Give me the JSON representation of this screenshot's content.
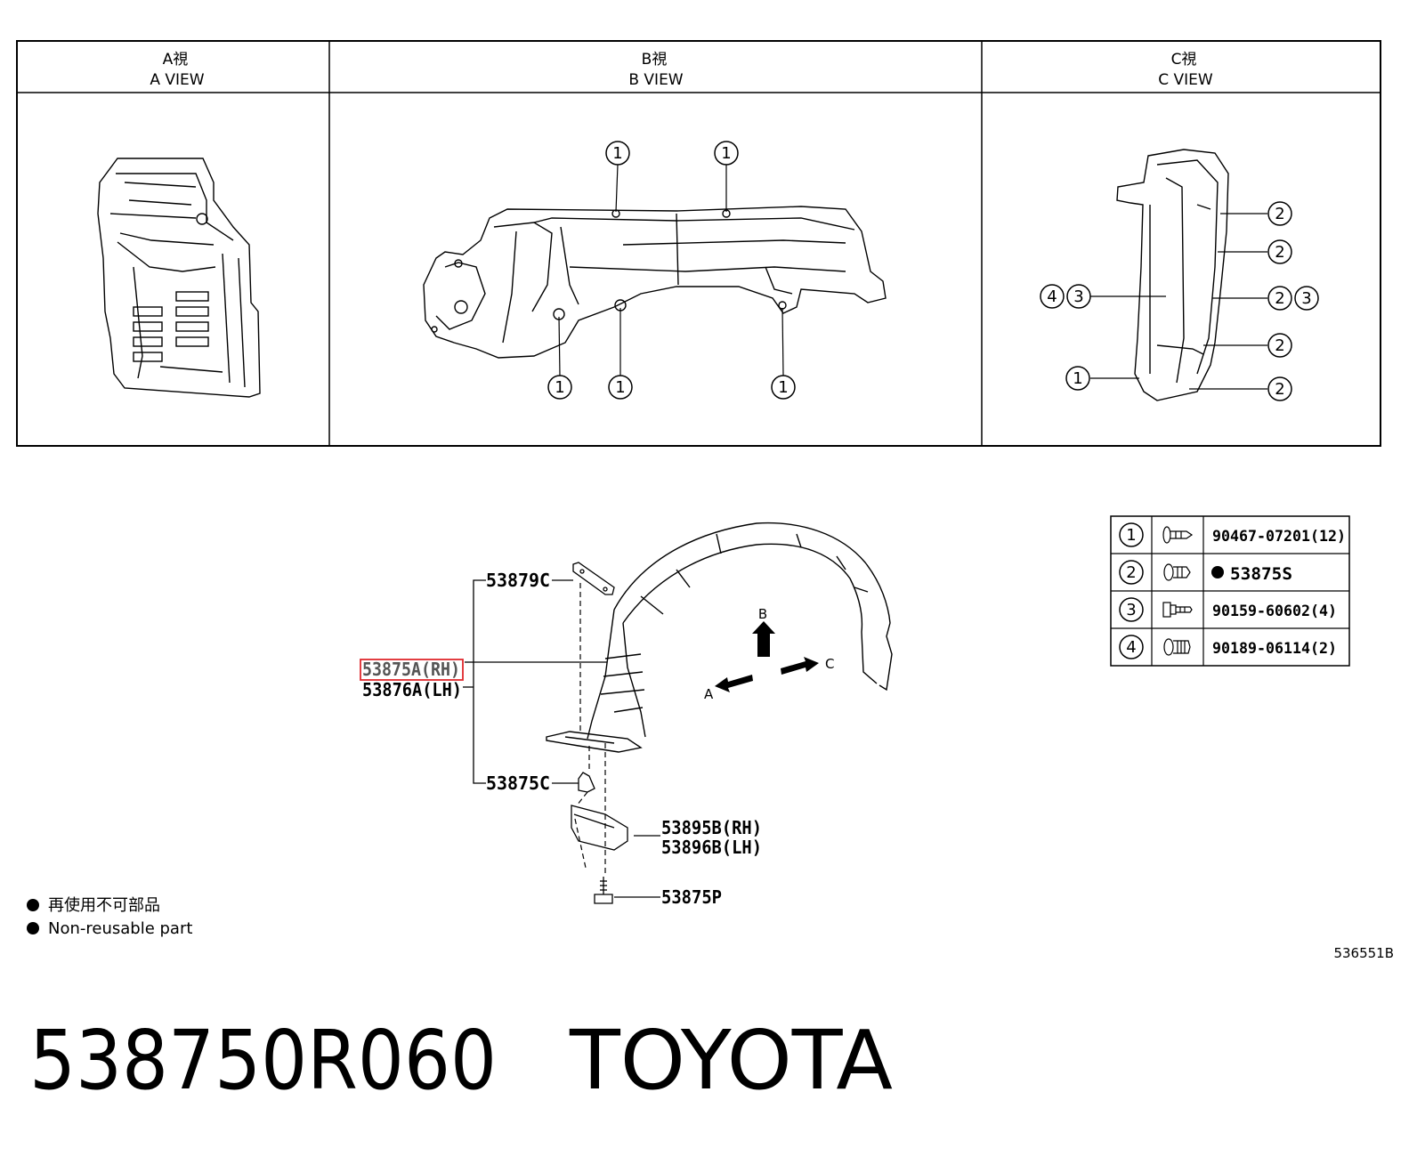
{
  "views": [
    {
      "jp": "A視",
      "en": "A VIEW"
    },
    {
      "jp": "B視",
      "en": "B VIEW"
    },
    {
      "jp": "C視",
      "en": "C VIEW"
    }
  ],
  "callouts": {
    "one": "1",
    "two": "2",
    "three": "3",
    "four": "4"
  },
  "main_diagram": {
    "arrow_a": "A",
    "arrow_b": "B",
    "arrow_c": "C",
    "parts": {
      "p53879c": "53879C",
      "p53875a_rh": "53875A(RH)",
      "p53876a_lh": "53876A(LH)",
      "p53875c": "53875C",
      "p53895b_rh": "53895B(RH)",
      "p53896b_lh": "53896B(LH)",
      "p53875p": "53875P"
    },
    "highlighted_part": "53875A(RH)",
    "highlight_color": "#e0282e"
  },
  "legend_table": {
    "rows": [
      {
        "num": "1",
        "part": "90467-07201(12)",
        "icon": "clip-icon"
      },
      {
        "num": "2",
        "part": "53875S",
        "bullet": true,
        "icon": "push-clip-icon"
      },
      {
        "num": "3",
        "part": "90159-60602(4)",
        "icon": "screw-icon"
      },
      {
        "num": "4",
        "part": "90189-06114(2)",
        "icon": "grommet-icon"
      }
    ]
  },
  "notes": {
    "jp": "再使用不可部品",
    "en": "Non-reusable part"
  },
  "figure_id": "536551B",
  "footer": {
    "part_number": "538750R060",
    "brand": "TOYOTA"
  }
}
